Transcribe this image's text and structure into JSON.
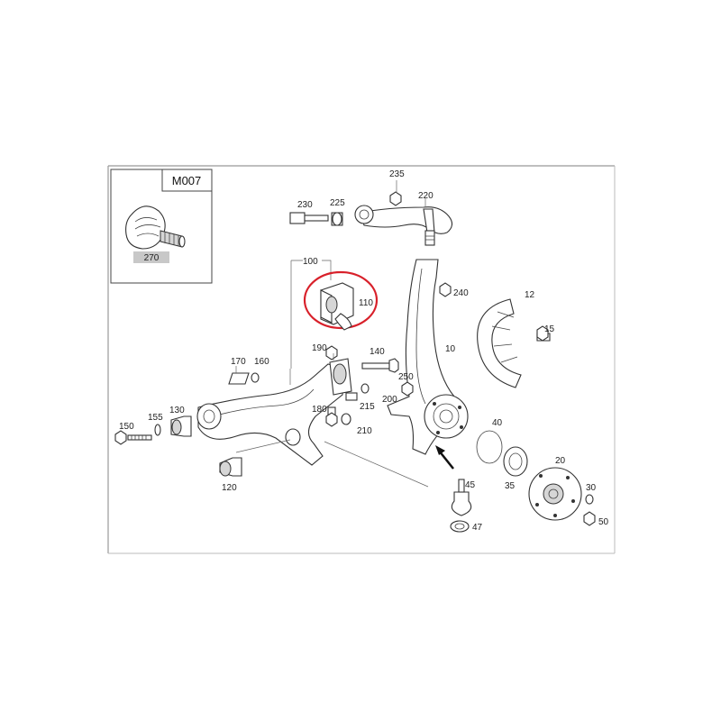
{
  "diagram": {
    "inset_code": "M007",
    "inset_part_label": "270",
    "highlight_color": "#d8202a",
    "part_labels": {
      "p235": "235",
      "p230": "230",
      "p225": "225",
      "p220": "220",
      "p100": "100",
      "p110": "110",
      "p240": "240",
      "p12": "12",
      "p15": "15",
      "p10": "10",
      "p190": "190",
      "p140": "140",
      "p170": "170",
      "p160": "160",
      "p250": "250",
      "p200": "200",
      "p215": "215",
      "p180": "180",
      "p210": "210",
      "p150": "150",
      "p155": "155",
      "p130": "130",
      "p120": "120",
      "p40": "40",
      "p45": "45",
      "p47": "47",
      "p35": "35",
      "p20": "20",
      "p30": "30",
      "p50": "50"
    }
  }
}
